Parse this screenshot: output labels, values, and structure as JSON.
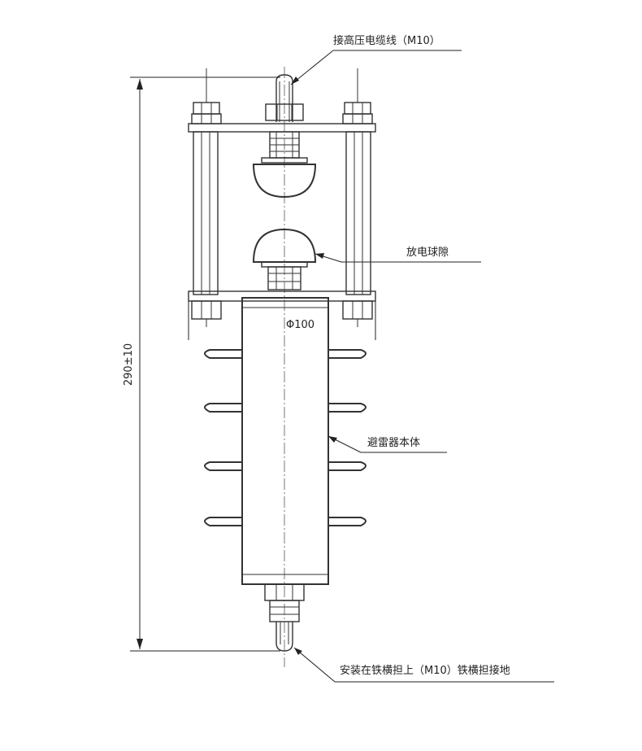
{
  "labels": {
    "cable_terminal": "接高压电缆线（M10）",
    "discharge_ball_gap": "放电球隙",
    "diameter": "Φ100",
    "arrester_body": "避雷器本体",
    "mounting": "安装在铁横担上（M10）铁横担接地",
    "height_dimension": "290±10"
  },
  "colors": {
    "line": "#333333",
    "text": "#222222",
    "background": "#ffffff"
  }
}
